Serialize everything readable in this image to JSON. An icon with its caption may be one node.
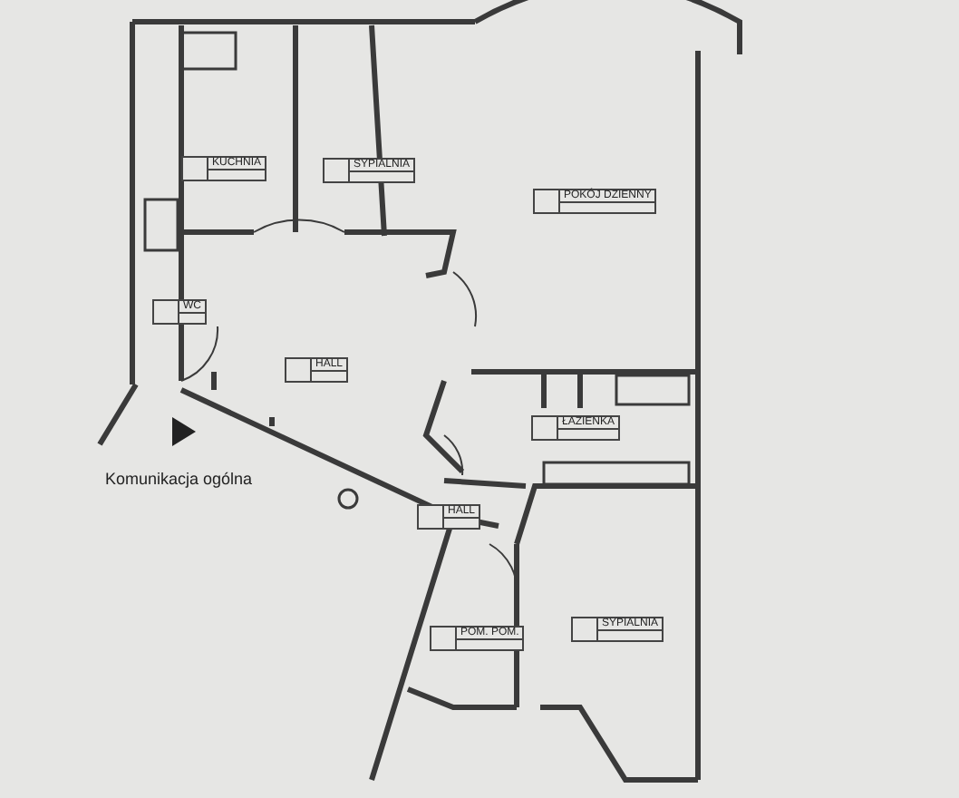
{
  "diagram": {
    "labels": [
      "KUCHNIA",
      "SYPIALNIA",
      "POKÓJ DZIENNY",
      "WC",
      "HALL",
      "ŁAZIENKA",
      "Komunikacja ogólna",
      "HALL",
      "SYPIALNIA",
      "POM. POM."
    ]
  }
}
